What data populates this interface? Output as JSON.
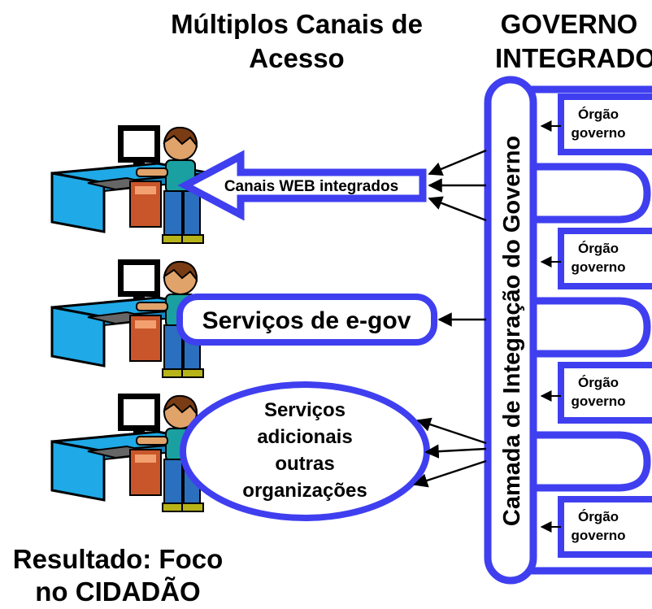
{
  "headings": {
    "channels_line1": "Múltiplos Canais de",
    "channels_line2": "Acesso",
    "gov_line1": "GOVERNO",
    "gov_line2": "INTEGRADO"
  },
  "integration_layer": "Camada de Integração do Governo",
  "channels": {
    "web": "Canais WEB integrados",
    "egov": "Serviços de e-gov",
    "additional": [
      "Serviços",
      "adicionais",
      "outras",
      "organizações"
    ]
  },
  "agencies": [
    {
      "line1": "Órgão",
      "line2": "governo"
    },
    {
      "line1": "Órgão",
      "line2": "governo"
    },
    {
      "line1": "Órgão",
      "line2": "governo"
    },
    {
      "line1": "Órgão",
      "line2": "governo"
    }
  ],
  "result": {
    "line1": "Resultado: Foco",
    "line2": "no CIDADÃO"
  },
  "colors": {
    "accent_blue": "#3f3ff0",
    "desk_blue": "#1fa9e6"
  }
}
